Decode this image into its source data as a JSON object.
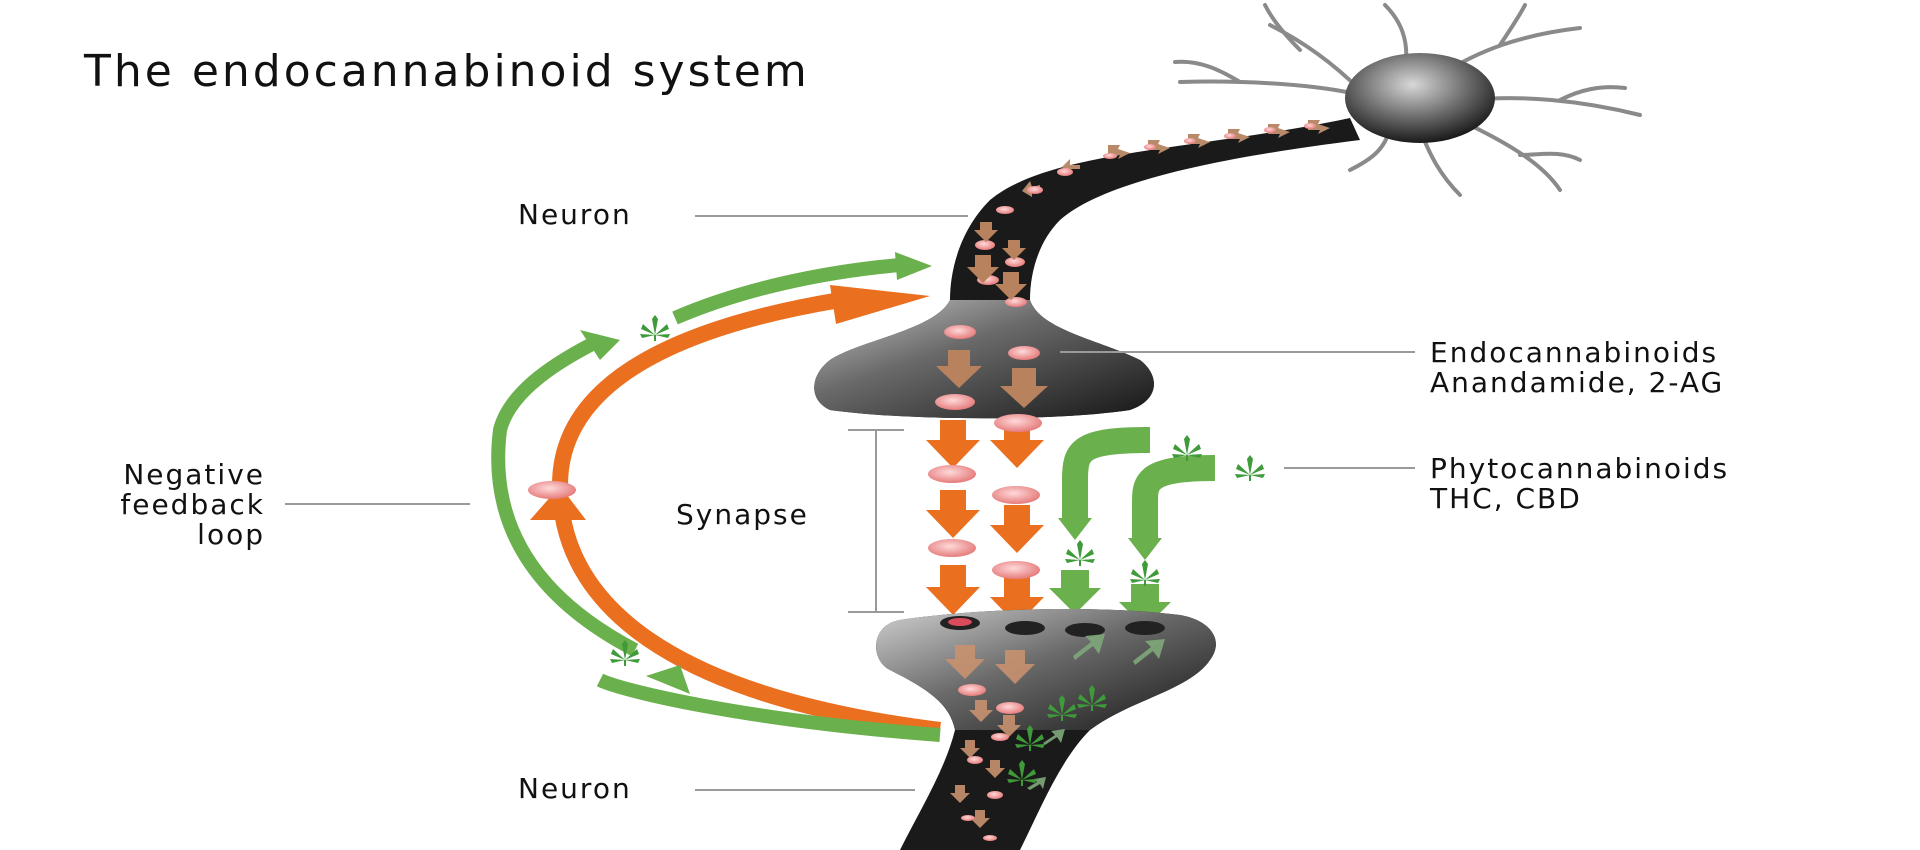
{
  "title": "The endocannabinoid system",
  "labels": {
    "neuron_top": "Neuron",
    "neuron_bottom": "Neuron",
    "endocannabinoids": "Endocannabinoids",
    "endocannabinoids_examples": "Anandamide, 2-AG",
    "phytocannabinoids": "Phytocannabinoids",
    "phytocannabinoids_examples": "THC, CBD",
    "synapse": "Synapse",
    "feedback_line1": "Negative",
    "feedback_line2": "feedback",
    "feedback_line3": "loop"
  },
  "colors": {
    "orange": "#ea6f1f",
    "green": "#6ab04c",
    "neuron_dark": "#1a1a1a",
    "molecule_pink": "#f29a9a",
    "leader_line": "#9a9a9a",
    "background": "#ffffff"
  },
  "icons": [
    "cannabis-leaf-icon",
    "molecule-icon",
    "neuron-cell-icon"
  ]
}
